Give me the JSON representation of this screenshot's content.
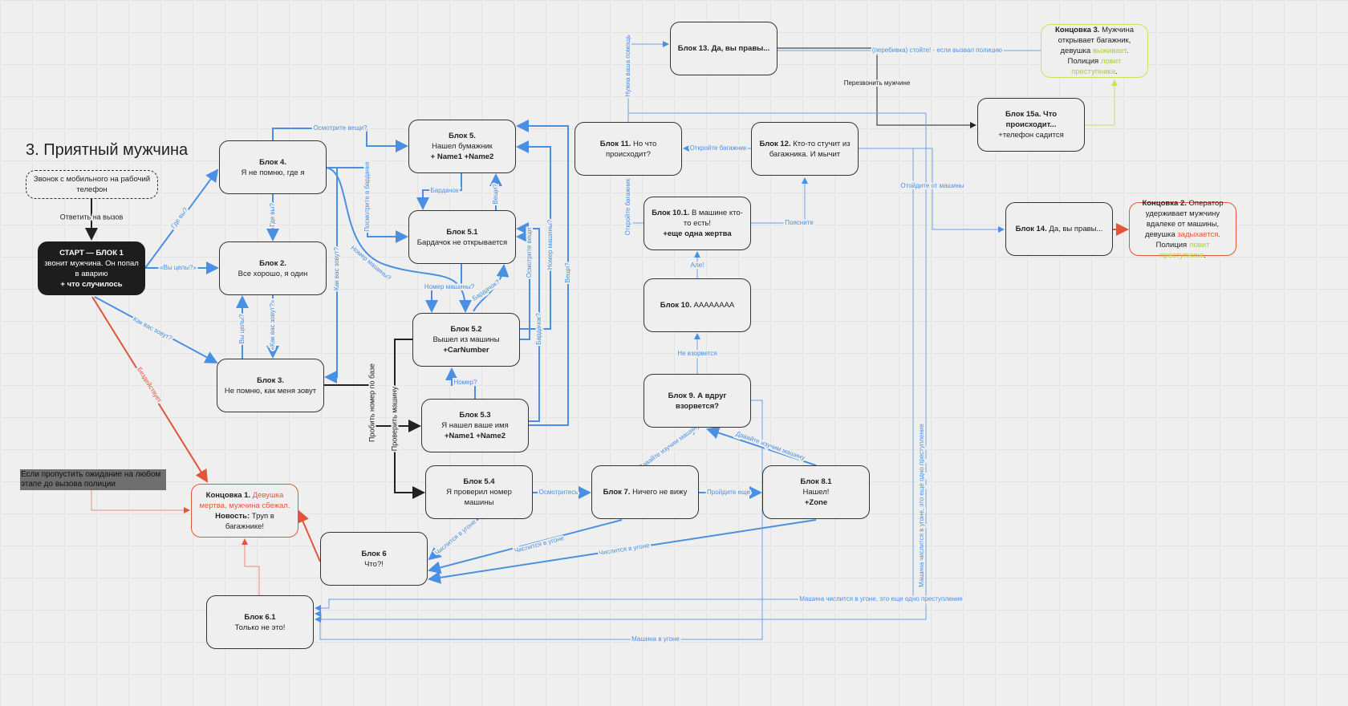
{
  "title": "3. Приятный мужчина",
  "note": "Звонок с мобильного на рабочий телефон",
  "grey_note": "Если пропустить ожидание на любом этапе до вызова полиции",
  "nodes": {
    "start": {
      "title": "СТАРТ — БЛОК 1",
      "text": "звонит мужчина. Он попал в аварию",
      "extra": "+ что случилось"
    },
    "b4": {
      "title": "Блок 4.",
      "text": "Я не помню, где я"
    },
    "b2": {
      "title": "Блок 2.",
      "text": "Все хорошо, я один"
    },
    "b3": {
      "title": "Блок 3.",
      "text": "Не помню, как меня зовут"
    },
    "b5": {
      "title": "Блок 5.",
      "text": "Нашел бумажник",
      "extra": "+ Name1 +Name2"
    },
    "b51": {
      "title": "Блок 5.1",
      "text": "Бардачок не открывается"
    },
    "b52": {
      "title": "Блок 5.2",
      "text": "Вышел из машины",
      "extra": "+CarNumber"
    },
    "b53": {
      "title": "Блок 5.3",
      "text": "Я нашел ваше имя",
      "extra": "+Name1 +Name2"
    },
    "b54": {
      "title": "Блок 5.4",
      "text": "Я проверил номер машины"
    },
    "b6": {
      "title": "Блок 6",
      "text": "Что?!"
    },
    "b61": {
      "title": "Блок 6.1",
      "text": "Только не это!"
    },
    "b7": {
      "title": "Блок 7.",
      "text": "Ничего не вижу"
    },
    "b81": {
      "title": "Блок 8.1",
      "text": "Нашел!",
      "extra": "+Zone"
    },
    "b9": {
      "title": "Блок 9. А вдруг взорвется?"
    },
    "b10": {
      "title": "Блок 10.",
      "text": "АААААААА"
    },
    "b101": {
      "title": "Блок 10.1.",
      "text": "В машине кто-то есть!",
      "extra": "+еще одна жертва"
    },
    "b11": {
      "title": "Блок 11.",
      "text": "Но что происходит?"
    },
    "b12": {
      "title": "Блок 12.",
      "text": "Кто-то стучит из багажника. И мычит"
    },
    "b13": {
      "title": "Блок 13. Да, вы правы..."
    },
    "b15a": {
      "title": "Блок 15а. Что происходит...",
      "text": "+телефон садится"
    },
    "b14": {
      "title": "Блок 14.",
      "text": "Да, вы правы..."
    },
    "end1": {
      "title": "Концовка 1.",
      "t1": "Девушка мертва, мужчина сбежал.",
      "t2": "Новость:",
      "t3": "Труп в багажнике!"
    },
    "end2": {
      "title": "Концовка 2.",
      "t1": "Оператор удерживает мужчину вдалеке от машины, девушка",
      "t2": "задыхается",
      "t3": ". Полиция",
      "t4": "ловит преступника",
      "t5": "."
    },
    "end3": {
      "title": "Концовка 3.",
      "t1": "Мужчина открывает багажник, девушка",
      "t2": "выживает",
      "t3": ". Полиция",
      "t4": "ловит преступника",
      "t5": "."
    }
  },
  "edges": [
    "Ответить на вызов",
    "Где вы?",
    "«Вы целы?»",
    "Как вас зовут?",
    "Бездействует",
    "Где вы?",
    "«Как вас зовут?»",
    "Вы целы?",
    "Как вас зовут?",
    "Осмотрите вещи?",
    "Посмотрите в бардачке",
    "Номер машины?",
    "Бардачок",
    "Вещи?",
    "Номер машины?",
    "Бардачок?",
    "Осмотрите вещи",
    "Номер машины?",
    "Бардачок?",
    "Вещи?",
    "Номер?",
    "Пробить номер по базе",
    "Проверить машину",
    "Осмотритесь",
    "Пройдите еще",
    "Давайте изучим машину",
    "Давайте изучим машину",
    "Не взорвется",
    "Алe!",
    "Поясните",
    "Откройте багажник",
    "Откройте багажник",
    "Нужна ваша помощь",
    "Перезвонить мужчине",
    "(перебивка) стойте! - если вызвал полицию",
    "Отойдите от машины",
    "Числится в угоне",
    "Числится в угоне",
    "Числится в угоне",
    "Машина числится в угоне, это еще одно преступление",
    "Машина числится в угоне, это еще одно преступление",
    "Машина в угоне"
  ],
  "colors": {
    "edge": "#4a90e2",
    "bad_ending": "#e2553a",
    "good_ending": "#cde05a"
  }
}
